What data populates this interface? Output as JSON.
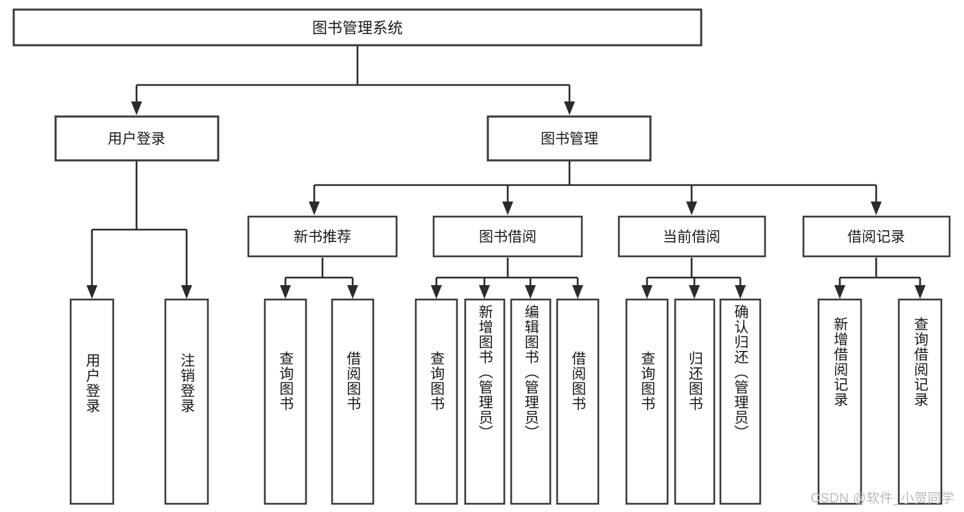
{
  "diagram": {
    "type": "tree",
    "title": "图书管理系统",
    "colors": {
      "box_stroke": "#3b3b3b",
      "connector": "#2b2b2b",
      "background": "#ffffff",
      "text": "#1a1a1a",
      "watermark": "#b9b9b9"
    },
    "root": {
      "label": "图书管理系统"
    },
    "level2": [
      {
        "label": "用户登录"
      },
      {
        "label": "图书管理"
      }
    ],
    "level3": [
      {
        "label": "新书推荐"
      },
      {
        "label": "图书借阅"
      },
      {
        "label": "当前借阅"
      },
      {
        "label": "借阅记录"
      }
    ],
    "leaves": {
      "user_login": [
        {
          "label": "用户登录"
        },
        {
          "label": "注销登录"
        }
      ],
      "new_book_recommend": [
        {
          "label": "查询图书"
        },
        {
          "label": "借阅图书"
        }
      ],
      "book_borrow": [
        {
          "label": "查询图书"
        },
        {
          "label": "新增图书（管理员）"
        },
        {
          "label": "编辑图书（管理员）"
        },
        {
          "label": "借阅图书"
        }
      ],
      "current_borrow": [
        {
          "label": "查询图书"
        },
        {
          "label": "归还图书"
        },
        {
          "label": "确认归还（管理员）"
        }
      ],
      "borrow_record": [
        {
          "label": "新增借阅记录"
        },
        {
          "label": "查询借阅记录"
        }
      ]
    }
  },
  "watermark": {
    "text": "CSDN @软件_小贺同学"
  }
}
